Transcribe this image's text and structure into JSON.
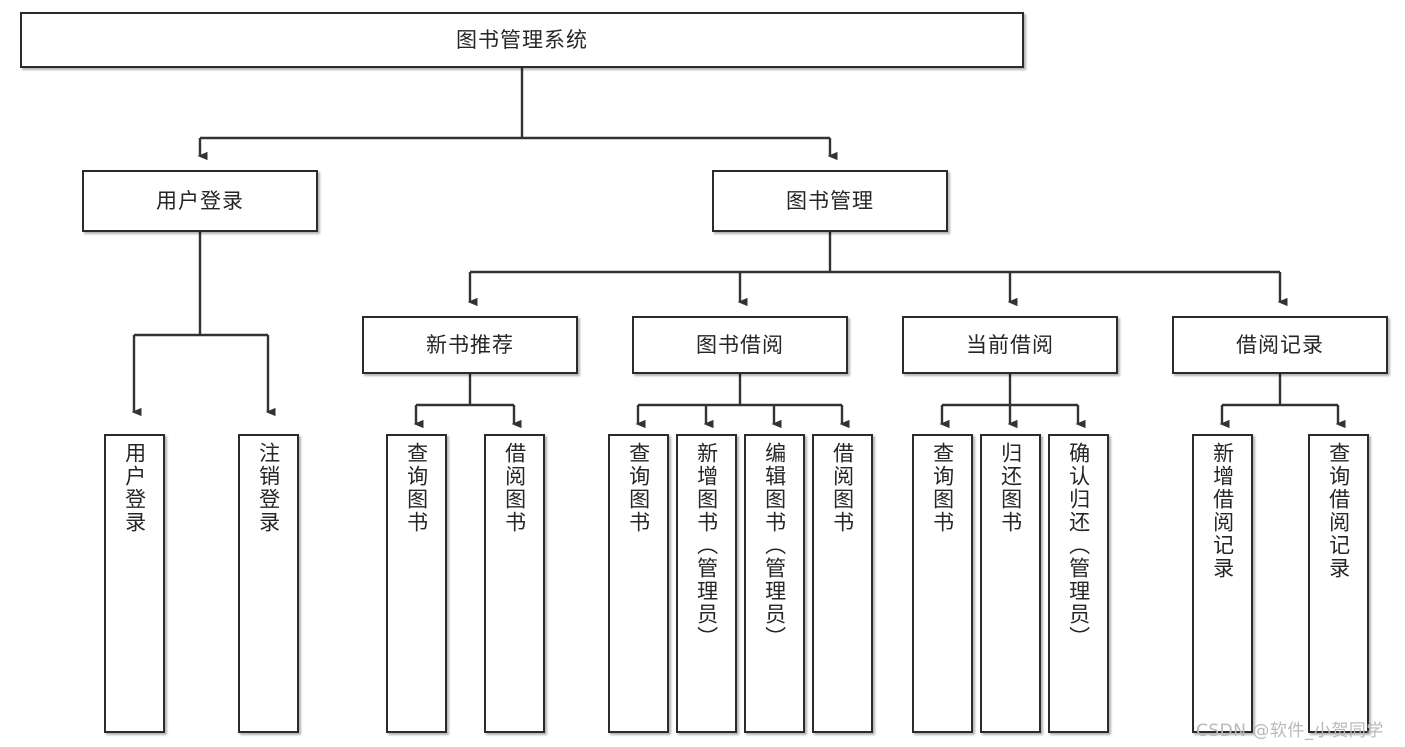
{
  "diagram": {
    "title_node": {
      "label": "图书管理系统"
    },
    "level2": [
      {
        "id": "user-login",
        "label": "用户登录"
      },
      {
        "id": "book-management",
        "label": "图书管理"
      }
    ],
    "level3": [
      {
        "id": "new-book-recommend",
        "label": "新书推荐"
      },
      {
        "id": "book-borrow",
        "label": "图书借阅"
      },
      {
        "id": "current-borrow",
        "label": "当前借阅"
      },
      {
        "id": "borrow-record",
        "label": "借阅记录"
      }
    ],
    "leaves": {
      "user_login": [
        {
          "id": "leaf-user-login",
          "label": "用户登录"
        },
        {
          "id": "leaf-logout-login",
          "label": "注销登录"
        }
      ],
      "new_book_recommend": [
        {
          "id": "leaf-query-book-1",
          "label": "查询图书"
        },
        {
          "id": "leaf-borrow-book-1",
          "label": "借阅图书"
        }
      ],
      "book_borrow": [
        {
          "id": "leaf-query-book-2",
          "label": "查询图书"
        },
        {
          "id": "leaf-add-book",
          "label": "新增图书（管理员）"
        },
        {
          "id": "leaf-edit-book",
          "label": "编辑图书（管理员）"
        },
        {
          "id": "leaf-borrow-book-2",
          "label": "借阅图书"
        }
      ],
      "current_borrow": [
        {
          "id": "leaf-query-book-3",
          "label": "查询图书"
        },
        {
          "id": "leaf-return-book",
          "label": "归还图书"
        },
        {
          "id": "leaf-confirm-return",
          "label": "确认归还（管理员）"
        }
      ],
      "borrow_record": [
        {
          "id": "leaf-add-borrow-record",
          "label": "新增借阅记录"
        },
        {
          "id": "leaf-query-borrow-record",
          "label": "查询借阅记录"
        }
      ]
    },
    "watermark": {
      "text": "CSDN @软件_小贺同学"
    },
    "colors": {
      "node_border": "#2b2b2b",
      "node_fill": "#ffffff",
      "connector": "#333333",
      "text": "#262626",
      "watermark": "#b9b9b9",
      "background": "#ffffff"
    }
  }
}
